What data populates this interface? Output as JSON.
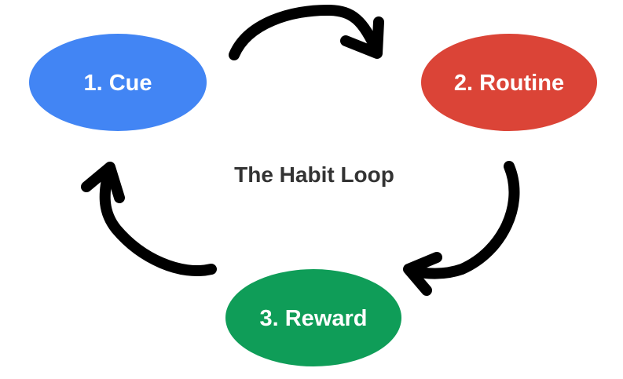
{
  "diagram": {
    "title": "The Habit Loop",
    "nodes": [
      {
        "id": "cue",
        "label": "1. Cue",
        "color": "#4285F4"
      },
      {
        "id": "routine",
        "label": "2. Routine",
        "color": "#DB4437"
      },
      {
        "id": "reward",
        "label": "3. Reward",
        "color": "#0F9D58"
      }
    ],
    "edges": [
      {
        "from": "cue",
        "to": "routine"
      },
      {
        "from": "routine",
        "to": "reward"
      },
      {
        "from": "reward",
        "to": "cue"
      }
    ]
  }
}
